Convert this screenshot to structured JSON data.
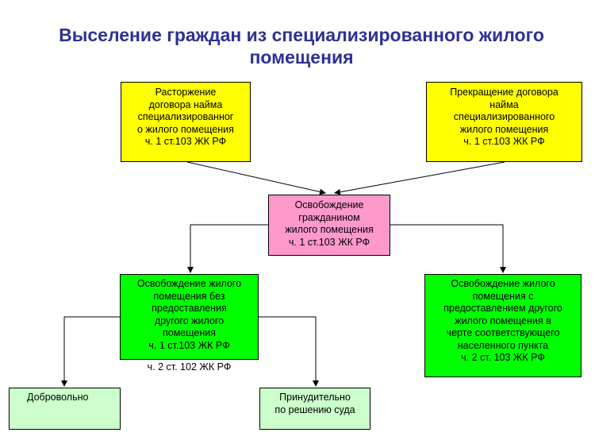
{
  "title": {
    "line1": "Выселение граждан из специализированного жилого",
    "line2": "помещения"
  },
  "boxes": {
    "termination_contract": {
      "color": "#ffff00",
      "lines": [
        "Расторжение",
        "договора найма",
        "специализированног",
        "о жилого помещения",
        "ч. 1 ст.103 ЖК РФ"
      ]
    },
    "cessation_contract": {
      "color": "#ffff00",
      "lines": [
        "Прекращение договора",
        "найма",
        "специализированного",
        "жилого помещения",
        "ч. 1 ст.103 ЖК РФ"
      ]
    },
    "vacating": {
      "color": "#ff99cc",
      "lines": [
        "Освобождение",
        "гражданином",
        "жилого помещения",
        "ч. 1 ст.103 ЖК РФ"
      ]
    },
    "without_other_housing": {
      "color": "#00ff00",
      "lines": [
        "Освобождение жилого",
        "помещения без",
        "предоставления",
        "другого жилого",
        "помещения",
        "ч. 1 ст.103 ЖК РФ"
      ],
      "note": "ч. 2 ст. 102 ЖК РФ"
    },
    "with_other_housing": {
      "color": "#00ff00",
      "lines": [
        "Освобождение жилого",
        "помещения с",
        "предоставлением другого",
        "жилого помещения в",
        "черте соответствующего",
        "населенного пункта",
        "ч. 2 ст. 103 ЖК РФ"
      ]
    },
    "voluntary": {
      "color": "#ccffcc",
      "lines": [
        "Добровольно"
      ]
    },
    "by_court": {
      "color": "#ccffcc",
      "lines": [
        "Принудительно",
        "по решению суда"
      ]
    }
  }
}
